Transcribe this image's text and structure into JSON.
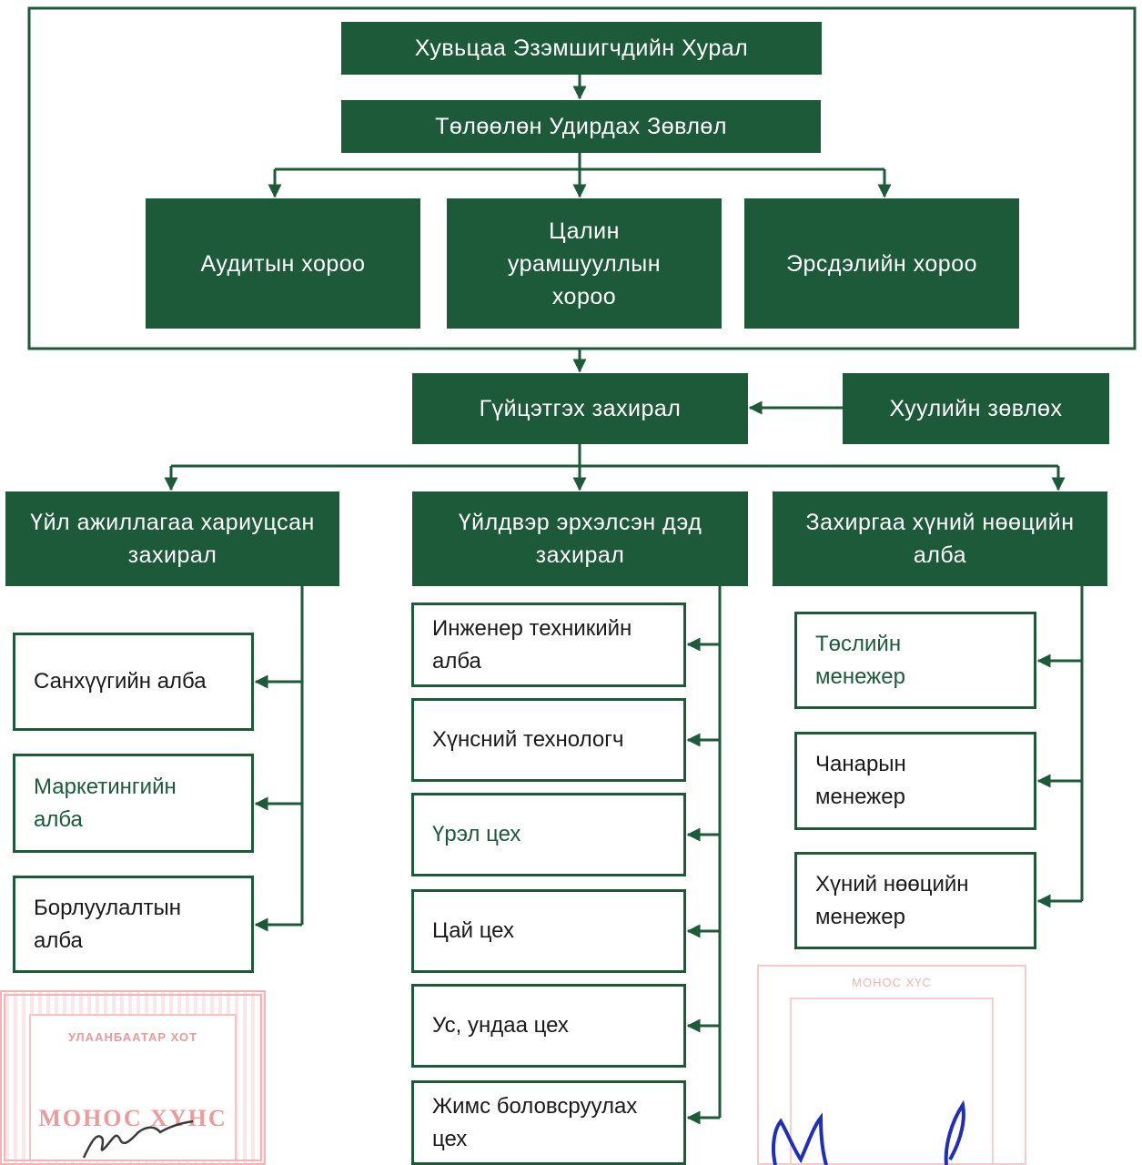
{
  "colors": {
    "box_fill": "#1c5a3a",
    "line": "#1c5a3a",
    "box_text": "#ffffff",
    "stamp": "#f2b4b4",
    "signature": "#1f2fb8"
  },
  "nodes": {
    "shareholders": "Хувьцаа Эзэмшигчдийн Хурал",
    "board": "Төлөөлөн Удирдах Зөвлөл",
    "audit": "Аудитын хороо",
    "salary": "Цалин урамшууллын хороо",
    "risk": "Эрсдэлийн хороо",
    "ceo": "Гүйцэтгэх захирал",
    "legal": "Хуулийн зөвлөх",
    "ops_director": "Үйл ажиллагаа хариуцсан захирал",
    "production_director": "Үйлдвэр эрхэлсэн дэд захирал",
    "admin_hr": "Захиргаа хүний нөөцийн алба",
    "finance": "Санхүүгийн алба",
    "marketing": "Маркетингийн алба",
    "sales": "Борлуулалтын алба",
    "engineering": "Инженер техникийн алба",
    "food_tech": "Хүнсний технологч",
    "fermentation": "Үрэл цех",
    "tea": "Цай цех",
    "water": "Ус, ундаа цех",
    "fruit": "Жимс боловсруулах цех",
    "project_manager": "Төслийн менежер",
    "quality_manager": "Чанарын менежер",
    "hr_manager": "Хүний нөөцийн менежер"
  },
  "stamps": {
    "left_top": "УЛААНБААТАР ХОТ",
    "left_main": "МОНОС ХҮНС",
    "right_top": "МОНОС ХҮС"
  }
}
